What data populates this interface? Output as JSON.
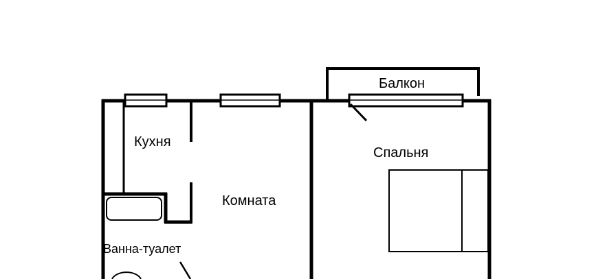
{
  "plan": {
    "rooms": {
      "balcony": "Балкон",
      "kitchen": "Кухня",
      "bedroom": "Спальня",
      "living_room": "Комната",
      "bathroom": "Ванна-туалет"
    },
    "colors": {
      "lines": "#000000",
      "background": "#ffffff"
    }
  }
}
